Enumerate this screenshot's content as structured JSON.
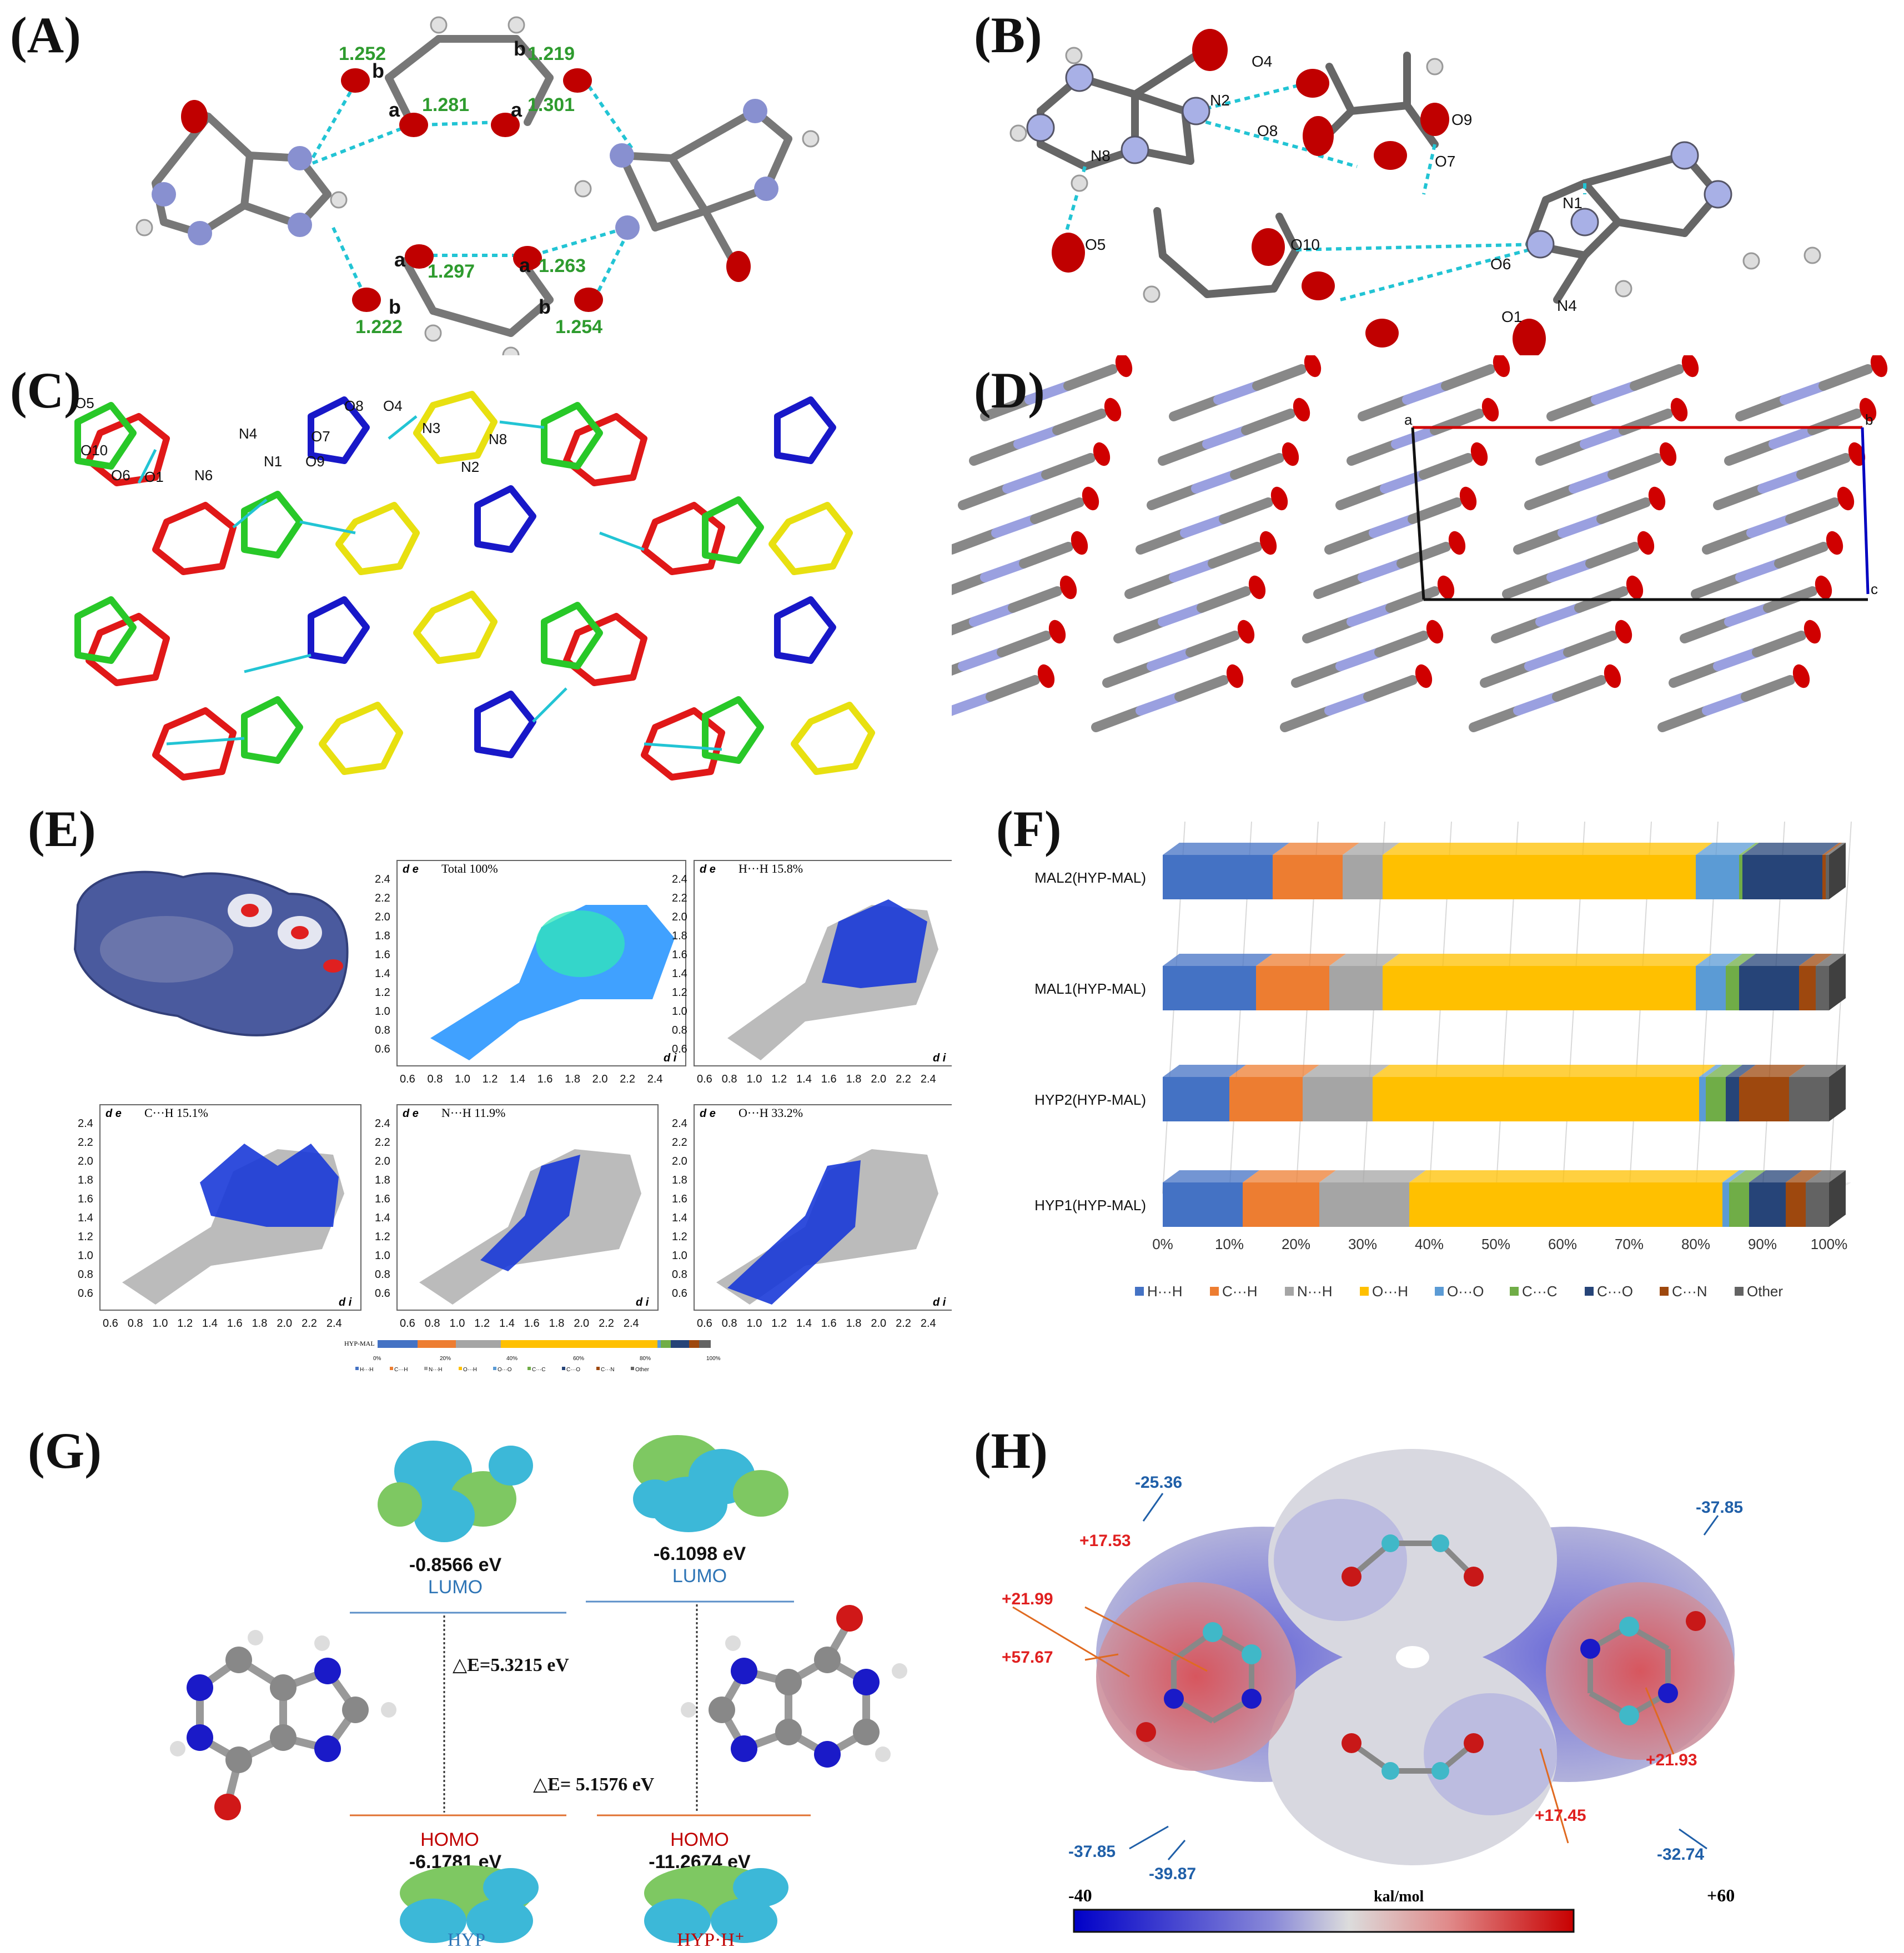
{
  "panels": {
    "A": {
      "label": "(A)",
      "bond_lengths": [
        "1.252",
        "1.281",
        "1.219",
        "1.301",
        "1.297",
        "1.263",
        "1.222",
        "1.254"
      ],
      "site_labels": {
        "a1": "a",
        "b1": "b",
        "a2": "a",
        "b2": "b",
        "a3": "a",
        "b3": "b",
        "a4": "a",
        "b4": "b"
      }
    },
    "B": {
      "label": "(B)",
      "atoms": [
        "N2",
        "O4",
        "O8",
        "O7",
        "O9",
        "N8",
        "N1",
        "O5",
        "O10",
        "O6",
        "O1",
        "N4"
      ]
    },
    "C": {
      "label": "(C)",
      "atoms": [
        "O5",
        "O10",
        "O6",
        "O1",
        "N4",
        "N6",
        "N1",
        "O8",
        "O4",
        "O7",
        "O9",
        "N3",
        "N8",
        "N2"
      ]
    },
    "D": {
      "label": "(D)",
      "axes": {
        "a": "a",
        "b": "b",
        "c": "c"
      }
    },
    "E": {
      "label": "(E)",
      "plots": [
        {
          "title": "Total 100%"
        },
        {
          "title": "H···H 15.8%"
        },
        {
          "title": "C···H 15.1%"
        },
        {
          "title": "N···H 11.9%"
        },
        {
          "title": "O···H 33.2%"
        }
      ],
      "de_label": "d e",
      "di_label": "d i",
      "y_ticks": [
        "2.4",
        "2.2",
        "2.0",
        "1.8",
        "1.6",
        "1.4",
        "1.2",
        "1.0",
        "0.8",
        "0.6"
      ],
      "x_ticks": [
        "0.6",
        "0.8",
        "1.0",
        "1.2",
        "1.4",
        "1.6",
        "1.8",
        "2.0",
        "2.2",
        "2.4"
      ],
      "mini_bar_title": "HYP-MAL",
      "mini_bar_ticks": [
        "0%",
        "20%",
        "40%",
        "60%",
        "80%",
        "100%"
      ],
      "mini_legend": [
        "H···H",
        "C···H",
        "N···H",
        "O···H",
        "O···O",
        "C···C",
        "C···O",
        "C···N",
        "Other"
      ]
    },
    "F": {
      "label": "(F)"
    },
    "G": {
      "label": "(G)",
      "lumo_left_energy": "-0.8566 eV",
      "lumo_right_energy": "-6.1098 eV",
      "lumo_word": "LUMO",
      "homo_word": "HOMO",
      "homo_left_energy": "-6.1781 eV",
      "homo_right_energy": "-11.2674 eV",
      "gap_left": "△E=5.3215 eV",
      "gap_right": "△E= 5.1576 eV",
      "mol_left": "HYP",
      "mol_right": "HYP·H⁺"
    },
    "H": {
      "label": "(H)",
      "values": [
        "-25.36",
        "-37.85",
        "+17.53",
        "+21.99",
        "+57.67",
        "-37.85",
        "-39.87",
        "-32.74",
        "+17.45",
        "+21.93"
      ],
      "scale_min": "-40",
      "scale_max": "+60",
      "scale_unit": "kal/mol"
    }
  },
  "chart_data": {
    "type": "bar",
    "stacked": true,
    "orientation": "horizontal",
    "categories": [
      "MAL2(HYP-MAL)",
      "MAL1(HYP-MAL)",
      "HYP2(HYP-MAL)",
      "HYP1(HYP-MAL)"
    ],
    "xlim": [
      0,
      100
    ],
    "x_ticks": [
      "0%",
      "10%",
      "20%",
      "30%",
      "40%",
      "50%",
      "60%",
      "70%",
      "80%",
      "90%",
      "100%"
    ],
    "legend_position": "bottom",
    "series": [
      {
        "name": "H···H",
        "color": "#4472C4",
        "values": [
          16.5,
          14.0,
          10.0,
          12.0
        ]
      },
      {
        "name": "C···H",
        "color": "#ED7D31",
        "values": [
          10.5,
          11.0,
          11.0,
          11.5
        ]
      },
      {
        "name": "N···H",
        "color": "#A5A5A5",
        "values": [
          6.0,
          8.0,
          10.5,
          13.5
        ]
      },
      {
        "name": "O···H",
        "color": "#FFC000",
        "values": [
          47.0,
          47.0,
          49.0,
          47.0
        ]
      },
      {
        "name": "O···O",
        "color": "#5B9BD5",
        "values": [
          6.5,
          4.5,
          1.0,
          1.0
        ]
      },
      {
        "name": "C···C",
        "color": "#70AD47",
        "values": [
          0.5,
          2.0,
          3.0,
          3.0
        ]
      },
      {
        "name": "C···O",
        "color": "#264478",
        "values": [
          12.0,
          9.0,
          2.0,
          5.5
        ]
      },
      {
        "name": "C···N",
        "color": "#9E480E",
        "values": [
          0.5,
          2.5,
          7.5,
          3.0
        ]
      },
      {
        "name": "Other",
        "color": "#636363",
        "values": [
          0.5,
          2.0,
          6.0,
          3.5
        ]
      }
    ]
  }
}
